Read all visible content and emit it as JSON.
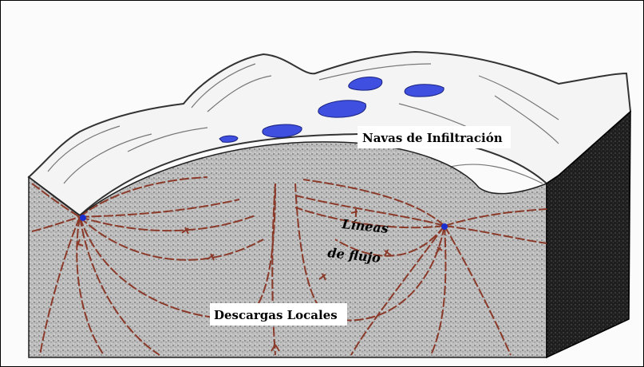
{
  "labels": {
    "infiltration": "Navas de Infiltración",
    "flow_line_1": "Líneas",
    "flow_line_2": "de flujo",
    "discharges": "Descargas Locales"
  },
  "colors": {
    "flow_lines": "#8b3a2a",
    "ponds": "#3f4fe0",
    "ground": "#b8b8b8",
    "side": "#222222"
  }
}
